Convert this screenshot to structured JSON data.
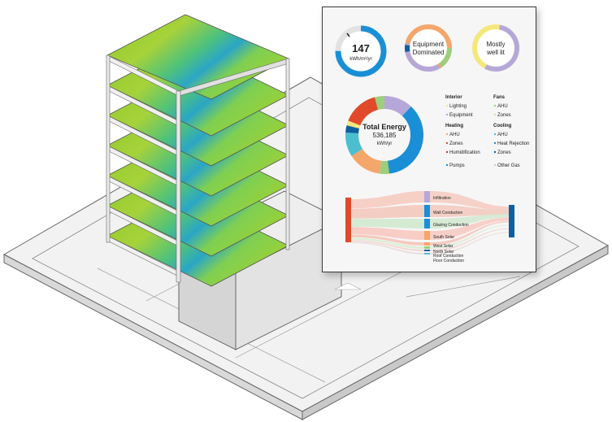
{
  "kpis": {
    "eui_value": "147",
    "eui_unit": "kWh/m²/yr",
    "equipment_line1": "Equipment",
    "equipment_line2": "Dominated",
    "light_line1": "Mostly",
    "light_line2": "well lit"
  },
  "donut": {
    "title": "Total Energy",
    "value": "536,185",
    "unit": "kWh/yr"
  },
  "legend": {
    "interior": {
      "heading": "Interior",
      "items": [
        "Lighting",
        "Equipment"
      ]
    },
    "fans": {
      "heading": "Fans",
      "items": [
        "AHU",
        "Zones"
      ]
    },
    "heating": {
      "heading": "Heating",
      "items": [
        "AHU",
        "Zones",
        "Humidification"
      ]
    },
    "cooling": {
      "heading": "Cooling",
      "items": [
        "AHU",
        "Heat Rejection",
        "Zones"
      ]
    },
    "extra": [
      "Pumps",
      "Other Gas"
    ]
  },
  "sankey": {
    "labels": [
      "Infiltration",
      "Wall Conduction",
      "Glazing Conduction",
      "South Solar",
      "West Solar",
      "North Solar",
      "Roof Conduction",
      "Floor Conduction"
    ]
  },
  "colors": {
    "accent_blue": "#1a8fd6",
    "orange": "#f4a66b",
    "red": "#e04a2a",
    "lavender": "#b5a8d8",
    "teal": "#4bbfcf",
    "green": "#9ccf7a",
    "yellow": "#f4e87a",
    "dark_blue": "#0d5fa1",
    "floor_green": "#8ccc2a"
  }
}
